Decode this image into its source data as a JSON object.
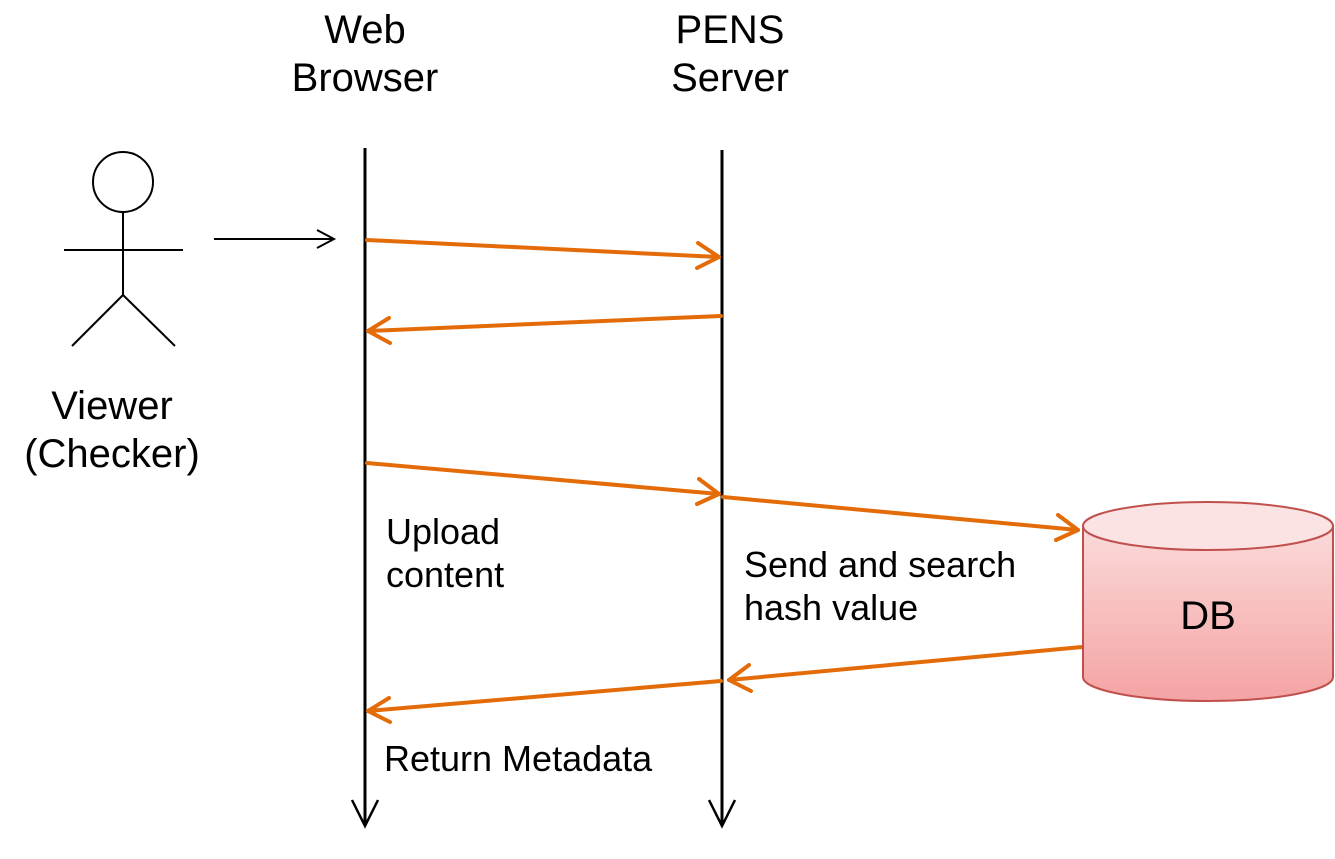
{
  "participants": {
    "browser": {
      "line1": "Web",
      "line2": "Browser"
    },
    "server": {
      "line1": "PENS",
      "line2": "Server"
    }
  },
  "actor": {
    "line1": "Viewer",
    "line2": "(Checker)"
  },
  "database": {
    "label": "DB"
  },
  "messages": {
    "upload": {
      "line1": "Upload",
      "line2": "content"
    },
    "send_search": {
      "line1": "Send and search",
      "line2": "hash value"
    },
    "return_metadata": "Return Metadata"
  },
  "colors": {
    "message_arrow": "#E36C09",
    "lifeline": "#000000",
    "db_fill_top": "#FBDADA",
    "db_fill_bottom": "#F4A3A3",
    "db_stroke": "#C0504D"
  }
}
